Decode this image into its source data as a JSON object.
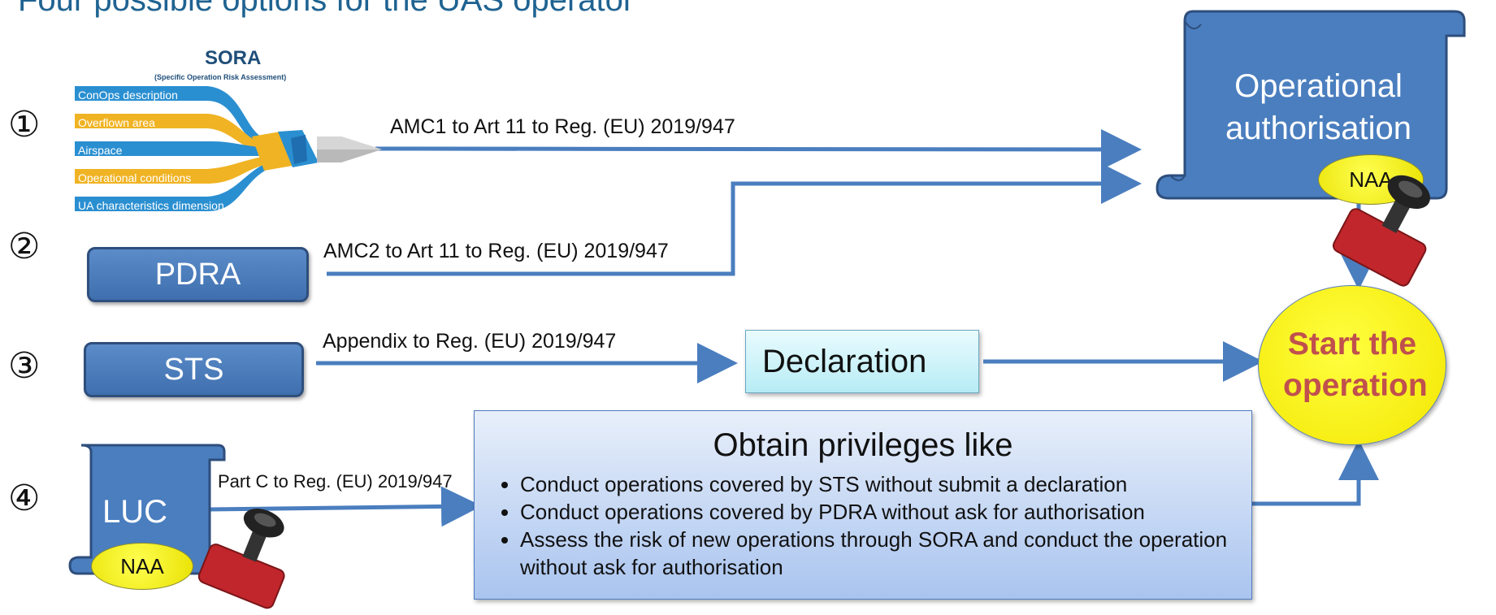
{
  "page": {
    "title": "Four possible options for the UAS operator"
  },
  "sora": {
    "title": "SORA",
    "subtitle": "(Specific Operation Risk Assessment)",
    "rows": [
      "ConOps description",
      "Overflown area",
      "Airspace",
      "Operational conditions",
      "UA characteristics dimension"
    ]
  },
  "options": [
    {
      "number": "①",
      "box": "",
      "regulation": "AMC1 to Art 11 to Reg. (EU) 2019/947"
    },
    {
      "number": "②",
      "box": "PDRA",
      "regulation": "AMC2 to Art 11 to Reg. (EU) 2019/947"
    },
    {
      "number": "③",
      "box": "STS",
      "regulation": "Appendix to Reg. (EU) 2019/947"
    },
    {
      "number": "④",
      "box": "LUC",
      "regulation": "Part C to Reg. (EU) 2019/947"
    }
  ],
  "operational_authorisation": {
    "label": "Operational authorisation",
    "authority": "NAA"
  },
  "declaration": {
    "label": "Declaration"
  },
  "luc": {
    "authority": "NAA"
  },
  "start": {
    "label": "Start the operation"
  },
  "privileges": {
    "heading": "Obtain privileges like",
    "items": [
      "Conduct operations covered by STS without submit a declaration",
      "Conduct operations covered by PDRA without ask for authorisation",
      "Assess the risk of new operations through SORA and conduct the operation without ask for authorisation"
    ]
  },
  "colors": {
    "arrow": "#4a7ebf",
    "box": "#4a7ebf",
    "start_text": "#c0504d",
    "title": "#1f6391",
    "sora_yellow": "#f0b323"
  }
}
